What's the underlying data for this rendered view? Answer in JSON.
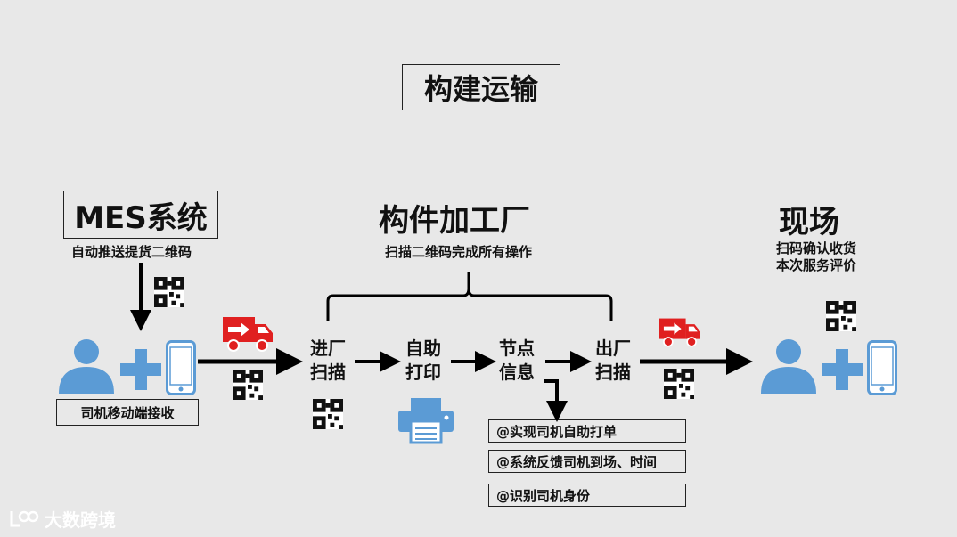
{
  "title": "构建运输",
  "mes": {
    "title": "MES系统",
    "subtitle": "自动推送提货二维码"
  },
  "factory": {
    "title": "构件加工厂",
    "subtitle": "扫描二维码完成所有操作"
  },
  "site": {
    "title": "现场",
    "line1": "扫码确认收货",
    "line2": "本次服务评价"
  },
  "driver_label": "司机移动端接收",
  "steps": [
    {
      "line1": "进厂",
      "line2": "扫描"
    },
    {
      "line1": "自助",
      "line2": "打印"
    },
    {
      "line1": "节点",
      "line2": "信息"
    },
    {
      "line1": "出厂",
      "line2": "扫描"
    }
  ],
  "notes": [
    "@实现司机自助打单",
    "@系统反馈司机到场、时间",
    "@识别司机身份"
  ],
  "watermark": "大数跨境",
  "colors": {
    "person": "#5b9bd5",
    "truck": "#e02020",
    "printer": "#5b9bd5"
  }
}
